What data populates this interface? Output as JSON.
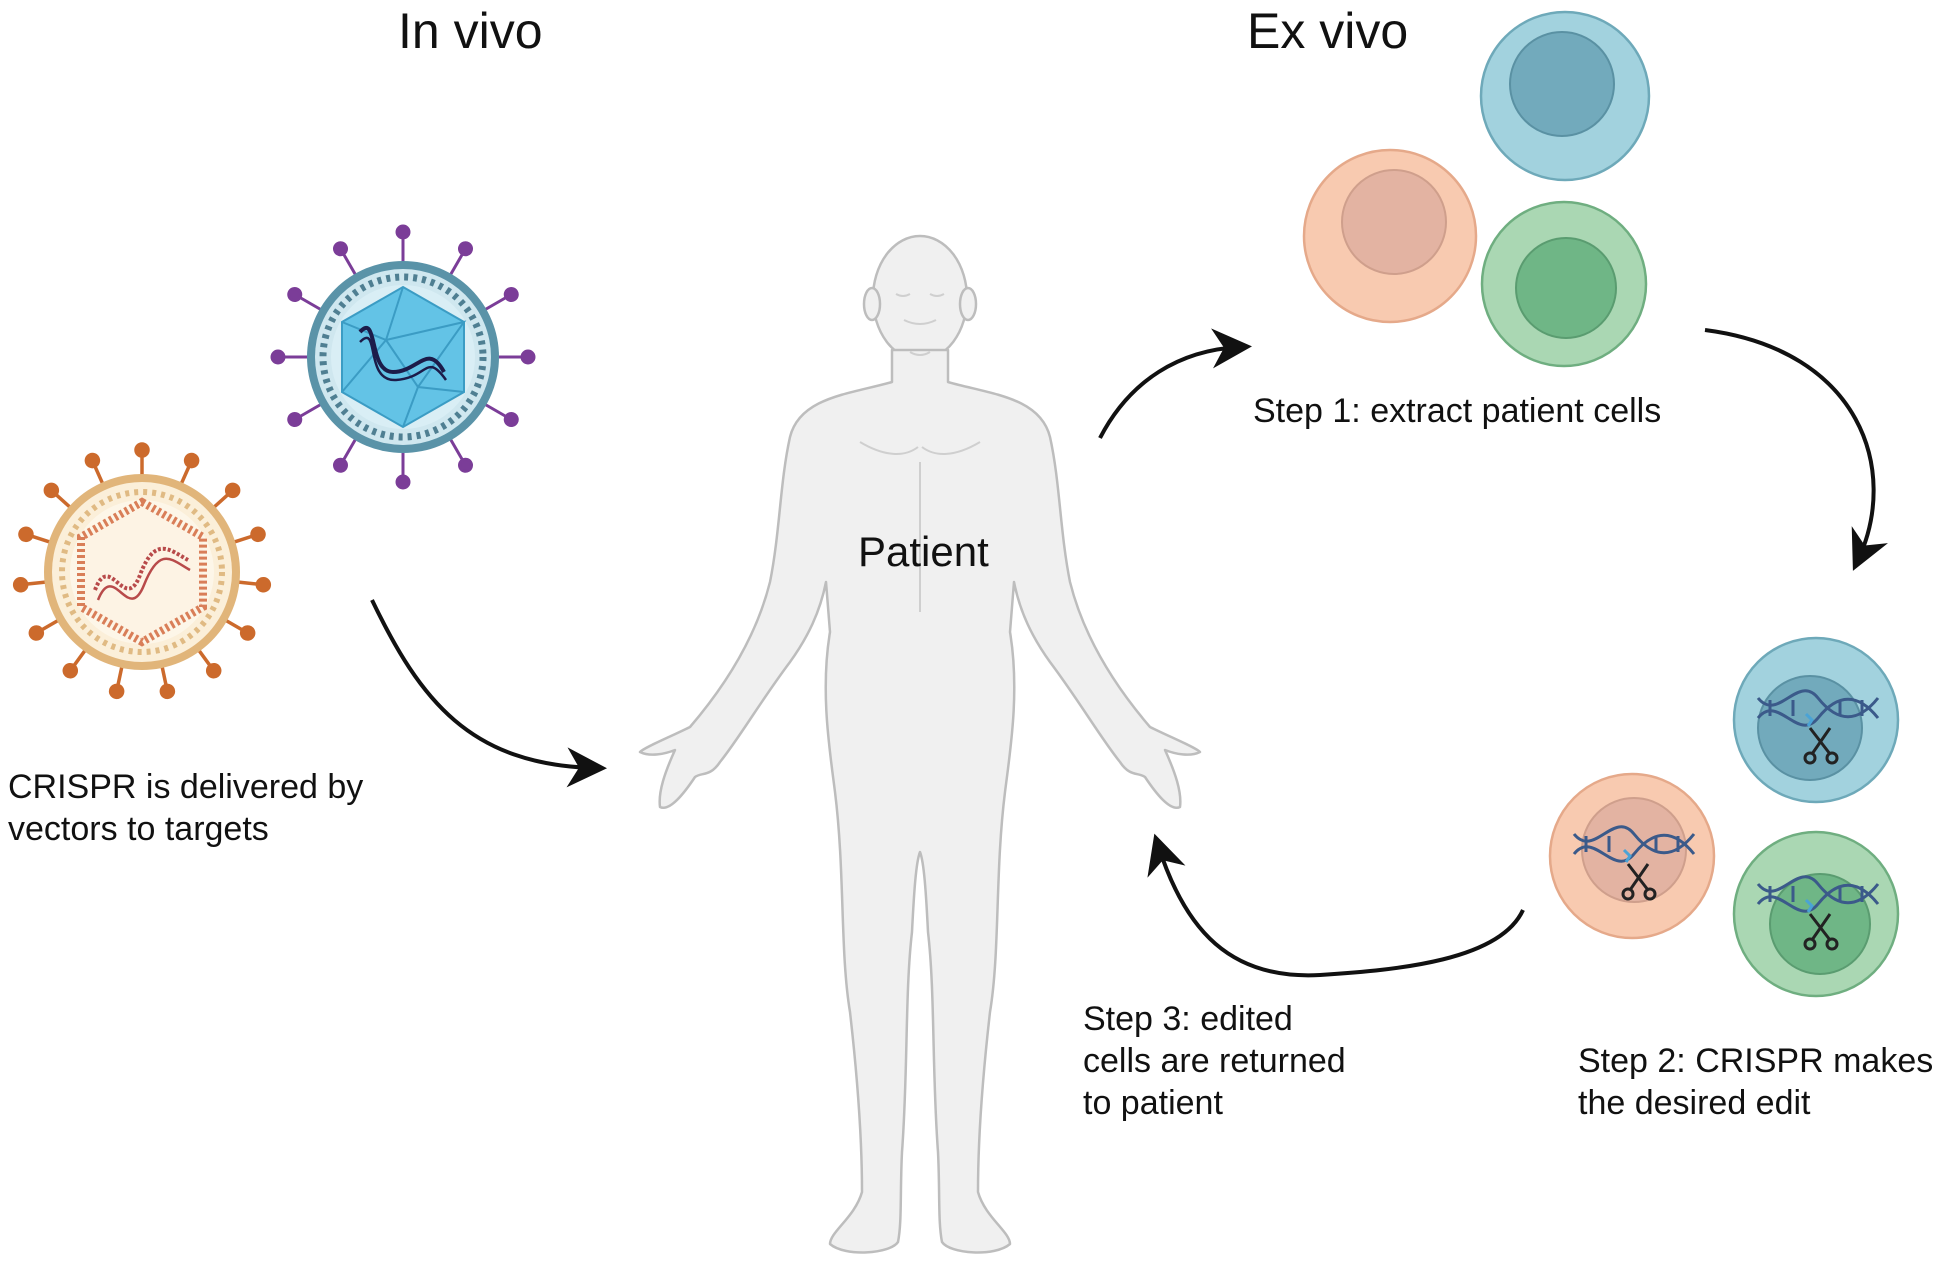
{
  "headings": {
    "in_vivo": "In vivo",
    "ex_vivo": "Ex vivo"
  },
  "patient": {
    "label": "Patient"
  },
  "in_vivo": {
    "caption": [
      "CRISPR is delivered by",
      "vectors to targets"
    ]
  },
  "steps": {
    "step1": [
      "Step 1: extract patient cells"
    ],
    "step2": [
      "Step 2: CRISPR makes",
      "the desired edit"
    ],
    "step3": [
      "Step 3: edited",
      "cells are returned",
      "to patient"
    ]
  },
  "colors": {
    "cell_blue": "#9fcfdc",
    "cell_blue_nucleus": "#6fa9ba",
    "cell_peach": "#f7c7ad",
    "cell_peach_nucleus": "#e3b3a2",
    "cell_green": "#a9d6b1",
    "cell_green_nucleus": "#6fb686",
    "virus_purple": "#7b3d98",
    "virus_blue": "#5bbde0",
    "virus_orange": "#cc6a2c",
    "arrow": "#111111"
  }
}
